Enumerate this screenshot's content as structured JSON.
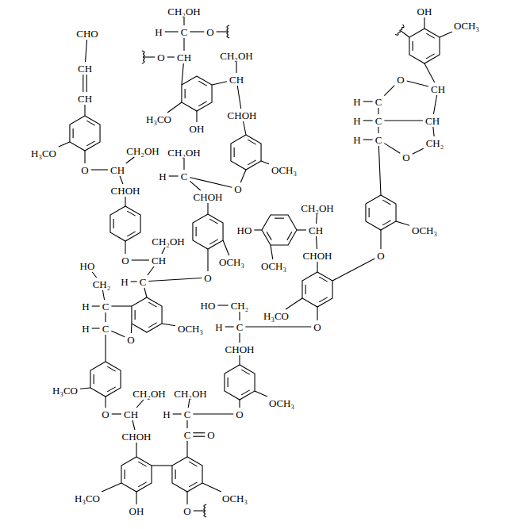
{
  "diagram": {
    "labels": [
      "CH₂OH",
      "H",
      "C",
      "O",
      "CHO",
      "OH",
      "OCH₃",
      "O",
      "CH",
      "CH₂OH",
      "CH",
      "CH",
      "O",
      "CH",
      "CH",
      "H",
      "C",
      "CHOH",
      "H₃CO",
      "OH",
      "H",
      "C",
      "CH",
      "H",
      "C",
      "CH₂",
      "H₃CO",
      "CH₂OH",
      "CH₂OH",
      "O",
      "OCH₃",
      "O",
      "CH",
      "H",
      "C",
      "O",
      "CHOH",
      "CHOH",
      "CH₂OH",
      "CH",
      "HO",
      "OCH₃",
      "CH₂OH",
      "O",
      "CH",
      "OCH₃",
      "OCH₃",
      "HO",
      "O",
      "CHOH",
      "O",
      "H",
      "C",
      "CH₂",
      "HO",
      "CH₂",
      "H",
      "C",
      "H₃CO",
      "H",
      "C",
      "O",
      "H",
      "C",
      "OCH₃",
      "O",
      "CHOH",
      "H₃CO",
      "CH₂OH",
      "CH₂OH",
      "OCH₃",
      "O",
      "CH",
      "H",
      "C",
      "O",
      "CHOH",
      "C",
      "O",
      "H₃CO",
      "OCH₃",
      "OH",
      "O"
    ]
  }
}
